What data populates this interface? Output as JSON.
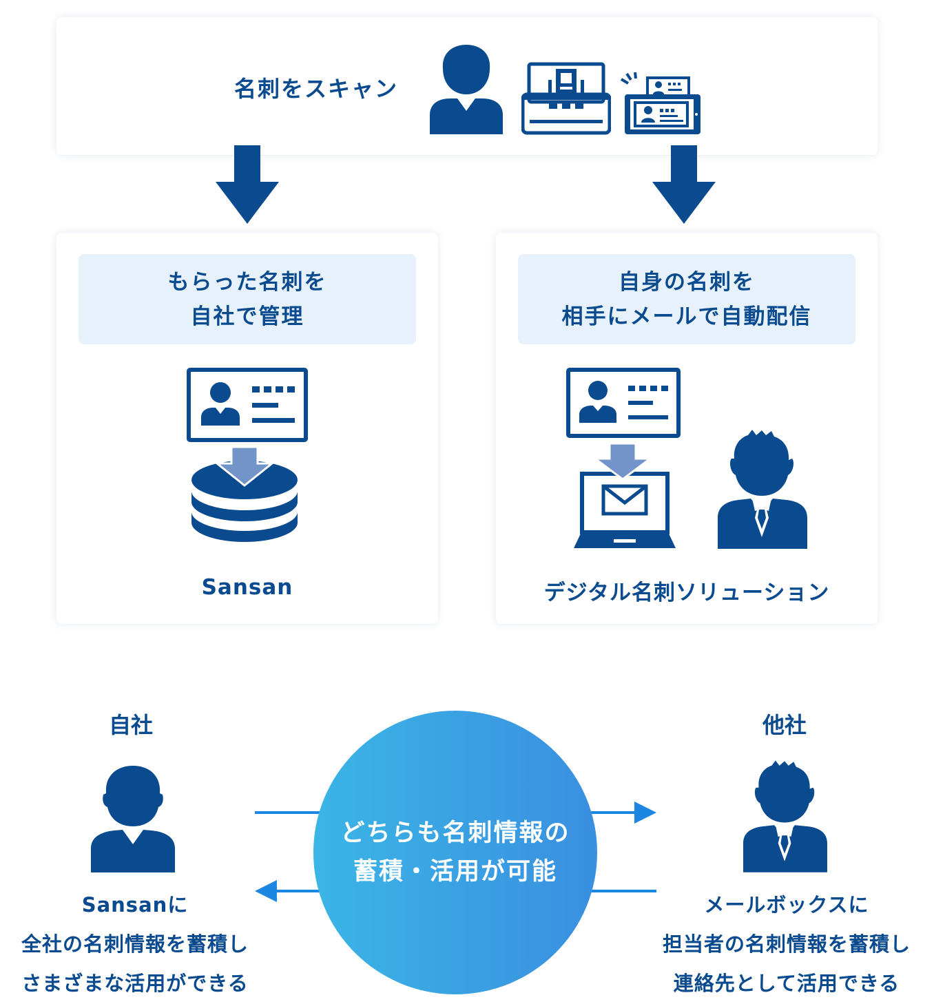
{
  "scan": {
    "label": "名刺をスキャン"
  },
  "left_card": {
    "header_line1": "もらった名刺を",
    "header_line2": "自社で管理",
    "footer": "Sansan"
  },
  "right_card": {
    "header_line1": "自身の名刺を",
    "header_line2": "相手にメールで自動配信",
    "footer": "デジタル名刺ソリューション"
  },
  "own_company": {
    "title": "自社",
    "line1": "Sansanに",
    "line2": "全社の名刺情報を蓄積し",
    "line3": "さまざまな活用ができる"
  },
  "other_company": {
    "title": "他社",
    "line1": "メールボックスに",
    "line2": "担当者の名刺情報を蓄積し",
    "line3": "連絡先として活用できる"
  },
  "center": {
    "line1": "どちらも名刺情報の",
    "line2": "蓄積・活用が可能"
  },
  "colors": {
    "navy": "#0a4a8f",
    "light_navy": "#7294c8",
    "header_bg": "#e6f1fb",
    "arrow_blue": "#1b87e0",
    "circle_start": "#3bb5e6",
    "circle_end": "#3a8fe0"
  },
  "icons": {
    "person": "person-icon",
    "scanner": "scanner-icon",
    "smartphone": "smartphone-scan-icon",
    "business_card": "business-card-icon",
    "database": "database-icon",
    "laptop_mail": "laptop-mail-icon",
    "businessman": "businessman-icon"
  }
}
